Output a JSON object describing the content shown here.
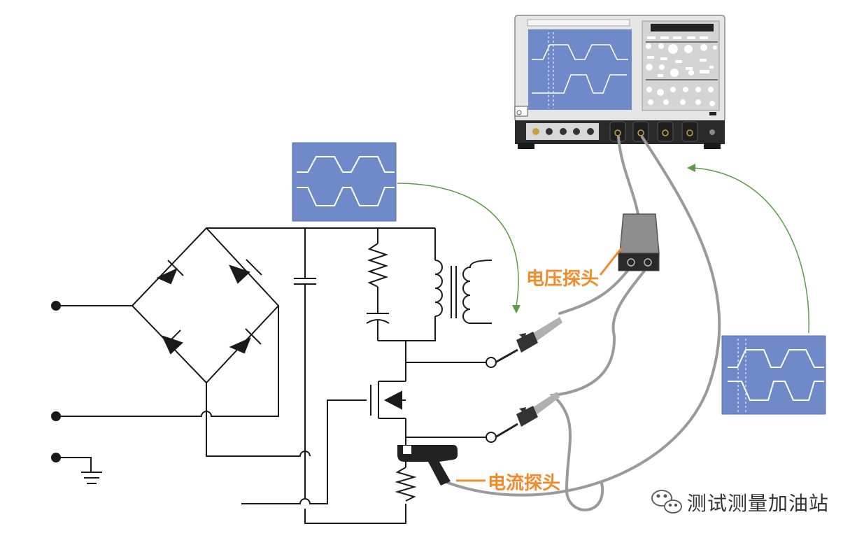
{
  "labels": {
    "voltage_probe": "电压探头",
    "current_probe": "电流探头"
  },
  "watermark": {
    "text": "测试测量加油站",
    "icon": "wechat-icon"
  },
  "colors": {
    "accent_label": "#f08a2a",
    "screen_blue": "#6f89c9",
    "arrow_green": "#5e9a4a",
    "cable_gray": "#9a9a9a",
    "circuit_line": "#1a1a1a"
  }
}
